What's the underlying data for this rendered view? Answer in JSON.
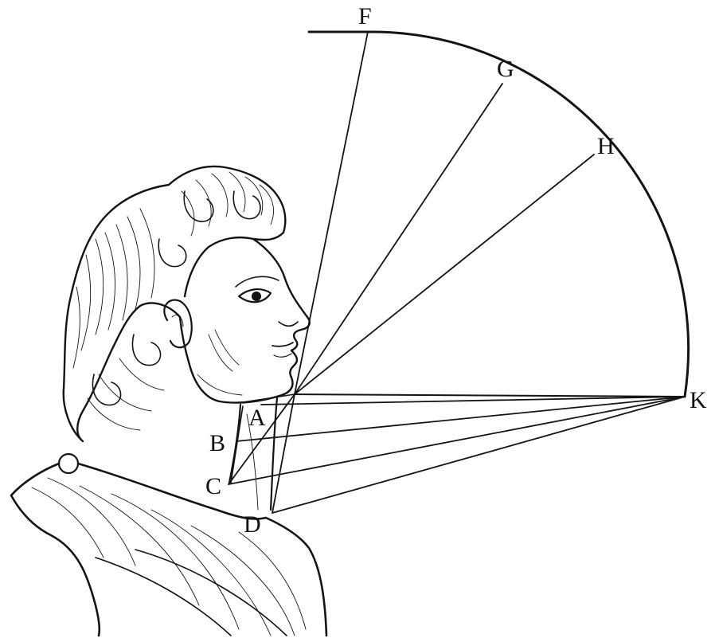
{
  "figure": {
    "labels": {
      "A": "A",
      "B": "B",
      "C": "C",
      "D": "D",
      "F": "F",
      "G": "G",
      "H": "H",
      "K": "K"
    }
  },
  "colors": {
    "ink": "#141414",
    "paper": "#ffffff"
  }
}
